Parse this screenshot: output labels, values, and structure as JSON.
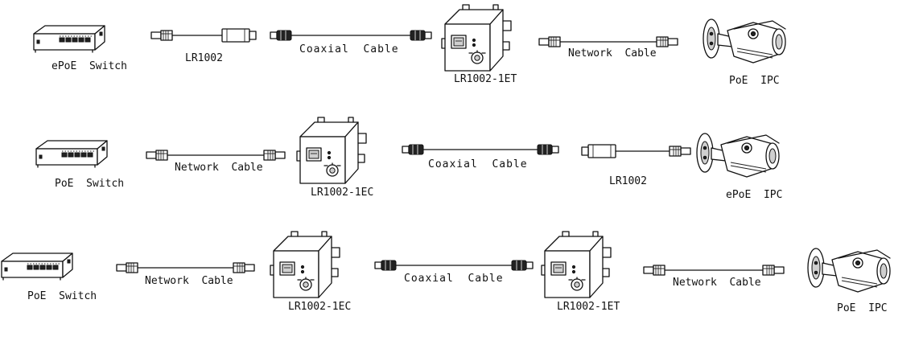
{
  "rows": [
    {
      "switch_label": "ePoE  Switch",
      "cable1_label": "LR1002",
      "cable2_label": "Coaxial  Cable",
      "device_label": "LR1002-1ET",
      "cable3_label": "Network  Cable",
      "camera_label": "PoE  IPC"
    },
    {
      "switch_label": "PoE  Switch",
      "cable1_label": "Network  Cable",
      "device_label": "LR1002-1EC",
      "cable2_label": "Coaxial  Cable",
      "cable3_label": "LR1002",
      "camera_label": "ePoE  IPC"
    },
    {
      "switch_label": "PoE  Switch",
      "cable1_label": "Network  Cable",
      "device1_label": "LR1002-1EC",
      "cable2_label": "Coaxial  Cable",
      "device2_label": "LR1002-1ET",
      "cable3_label": "Network  Cable",
      "camera_label": "PoE  IPC"
    }
  ]
}
